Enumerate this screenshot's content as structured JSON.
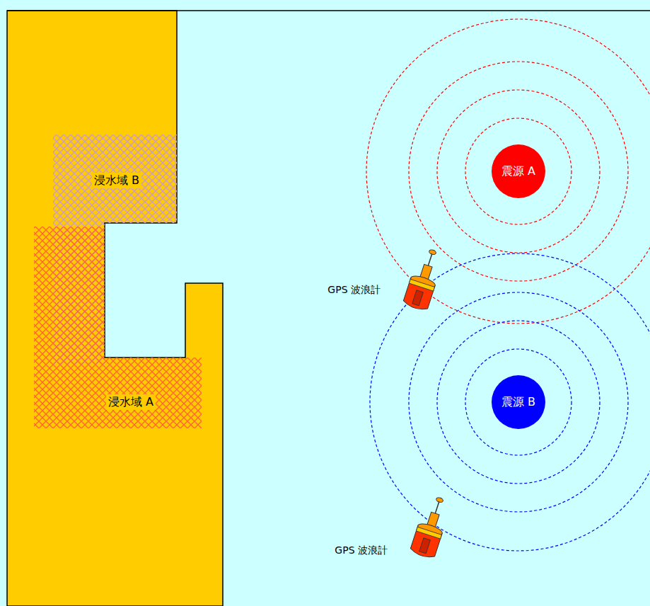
{
  "diagram": {
    "nodes": [
      {
        "text": [
          "浸水域 B"
        ]
      },
      {
        "text": [
          "震源 A"
        ]
      },
      {
        "text": [
          "浸水域 A"
        ]
      },
      {
        "text": [
          "震源 B"
        ]
      }
    ],
    "labels": [
      "GPS 波浪計",
      "GPS 波浪計"
    ]
  }
}
